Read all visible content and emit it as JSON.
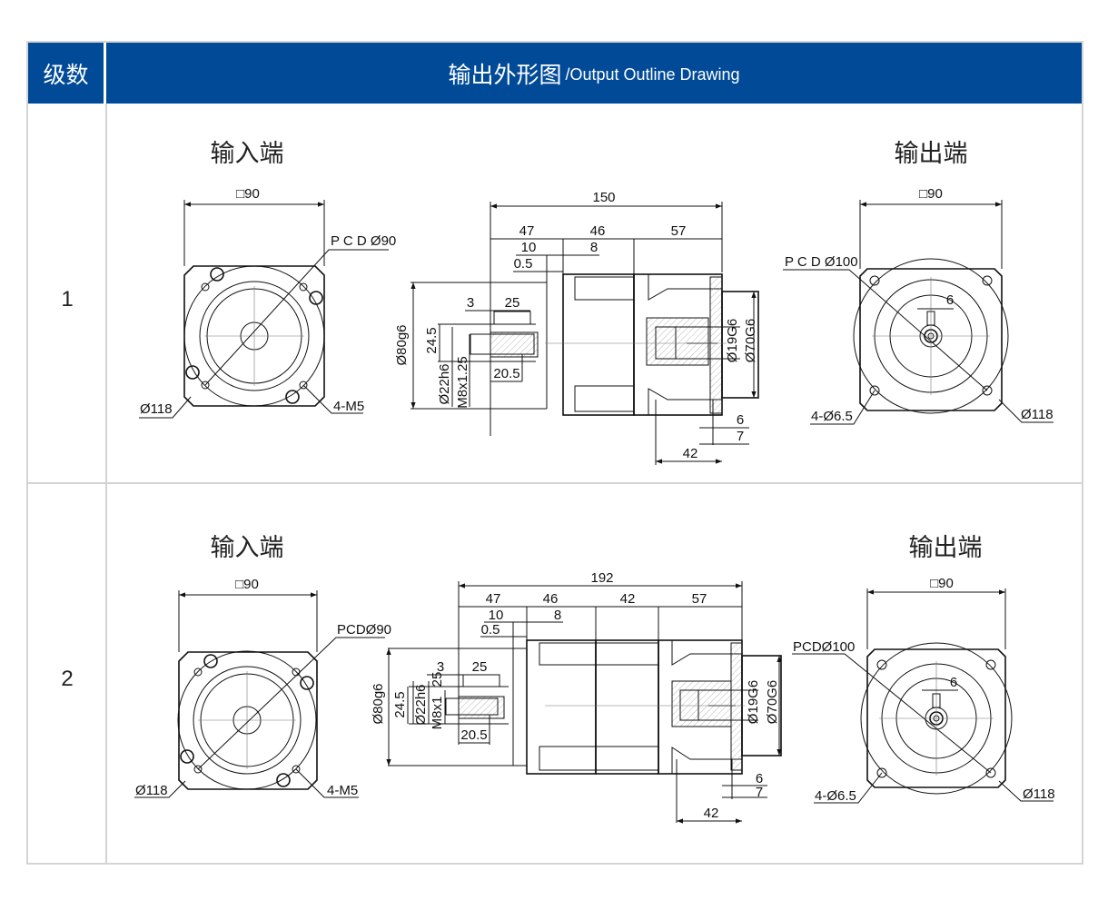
{
  "header": {
    "stage_label": "级数",
    "title_cn": "输出外形图",
    "title_en": "/Output Outline Drawing"
  },
  "colors": {
    "header_bg": "#004a98",
    "border": "#d4d4d4"
  },
  "rows": [
    {
      "stage": "1",
      "input_title": "输入端",
      "output_title": "输出端",
      "input": {
        "square": "□90",
        "pcd": "P C D Ø90",
        "od": "Ø118",
        "bolts": "4-M5"
      },
      "side": {
        "total": "150",
        "segments": [
          "47",
          "46",
          "57"
        ],
        "d10": "10",
        "d8": "8",
        "d05": "0.5",
        "d3": "3",
        "d25": "25",
        "d245": "24.5",
        "d205": "20.5",
        "flange": "Ø80g6",
        "shaft": "Ø22h6",
        "thread": "M8x1.25",
        "bore": "Ø19G6",
        "pilot": "Ø70G6",
        "d6": "6",
        "d7": "7",
        "d42": "42"
      },
      "output": {
        "square": "□90",
        "pcd": "P C D Ø100",
        "key": "6",
        "holes": "4-Ø6.5",
        "od": "Ø118"
      }
    },
    {
      "stage": "2",
      "input_title": "输入端",
      "output_title": "输出端",
      "input": {
        "square": "□90",
        "pcd": "PCDØ90",
        "od": "Ø118",
        "bolts": "4-M5"
      },
      "side": {
        "total": "192",
        "segments": [
          "47",
          "46",
          "42",
          "57"
        ],
        "d10": "10",
        "d8": "8",
        "d05": "0.5",
        "d3": "3",
        "d25": "25",
        "d25b": "25",
        "d245": "24.5",
        "d205": "20.5",
        "flange": "Ø80g6",
        "shaft": "Ø22h6",
        "thread": "M8x1",
        "bore": "Ø19G6",
        "pilot": "Ø70G6",
        "d6": "6",
        "d7": "7",
        "d42": "42"
      },
      "output": {
        "square": "□90",
        "pcd": "PCDØ100",
        "key": "6",
        "holes": "4-Ø6.5",
        "od": "Ø118"
      }
    }
  ]
}
